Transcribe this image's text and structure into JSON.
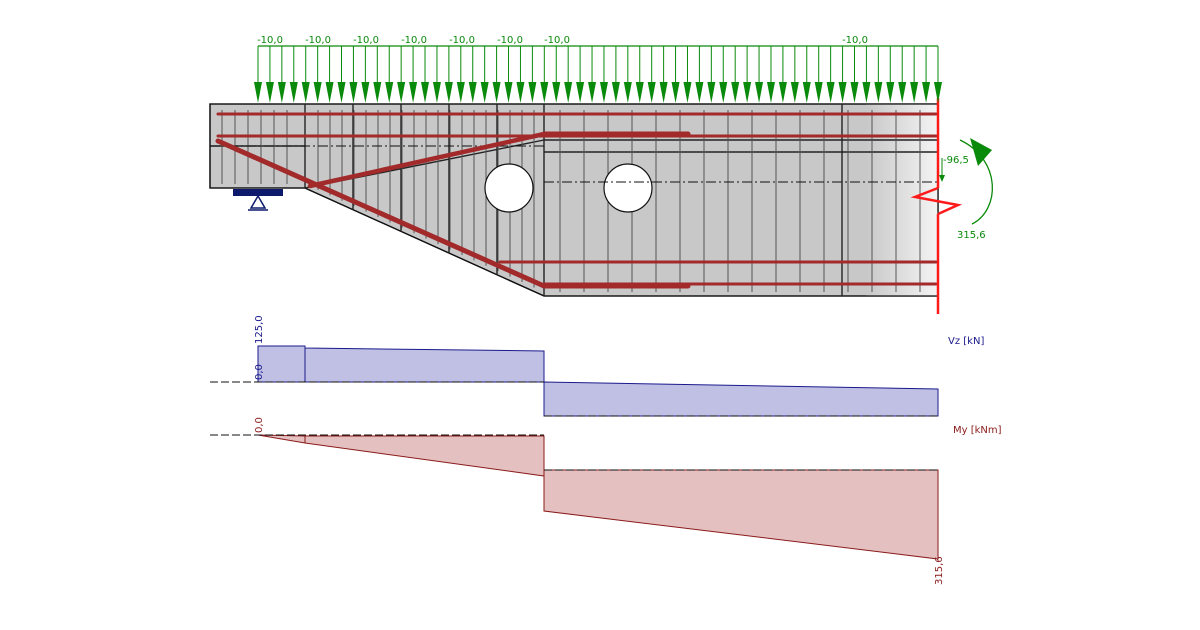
{
  "load": {
    "labels": [
      "-10,0",
      "-10,0",
      "-10,0",
      "-10,0",
      "-10,0",
      "-10,0",
      "-10,0",
      "-10,0"
    ],
    "color": "#0a8a0a"
  },
  "end_forces": {
    "shear_value": "-96,5",
    "moment_value": "315,6"
  },
  "diagram_vz": {
    "unit_label": "Vz [kN]",
    "max_label": "125,0",
    "zero_label": "0,0",
    "color": "#1a1a8c",
    "fill": "#c0c0e4"
  },
  "diagram_my": {
    "unit_label": "My [kNm]",
    "zero_label": "0,0",
    "end_label": "315,6",
    "color": "#8b1a1a",
    "fill": "#e4c0c0"
  },
  "colors": {
    "concrete": "#c8c8c8",
    "rebar": "#a32a2a",
    "support": "#0d1a6b",
    "cut": "#ff1a1a"
  }
}
